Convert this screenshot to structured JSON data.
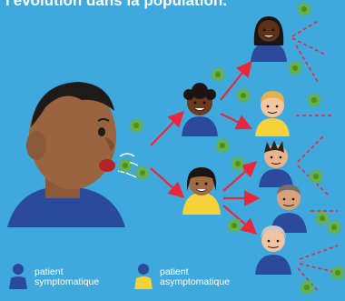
{
  "header": {
    "title": "l'évolution dans la population."
  },
  "colors": {
    "background": "#3fa9dd",
    "symptomatic_shirt": "#2b4a9b",
    "asymptomatic_shirt": "#f5d23a",
    "arrow": "#e8283a",
    "virus": "#6ab23b"
  },
  "legend": {
    "symptomatic": {
      "line1": "patient",
      "line2": "symptomatique",
      "icon": "person-blue-icon"
    },
    "asymptomatic": {
      "line1": "patient",
      "line2": "asymptomatique",
      "icon": "person-yellow-icon"
    }
  }
}
